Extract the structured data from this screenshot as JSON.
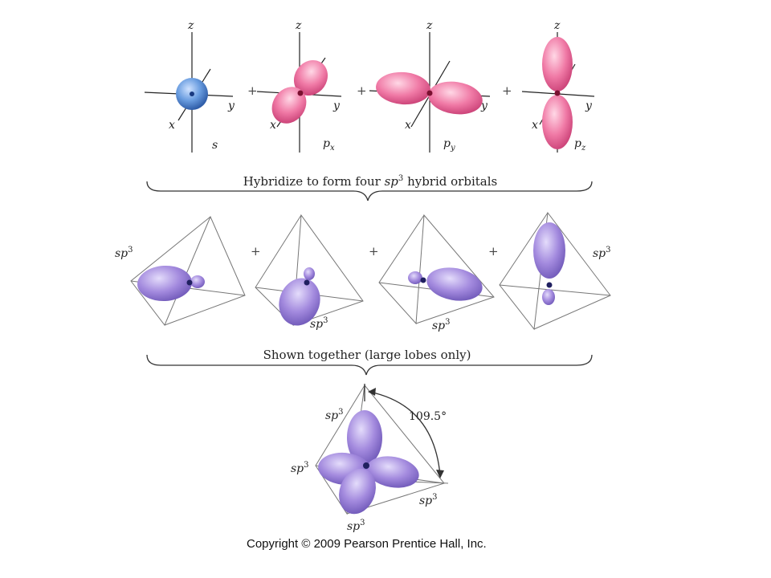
{
  "row1": {
    "axes": {
      "x": "x",
      "y": "y",
      "z": "z"
    },
    "orbitals": [
      "s",
      "p",
      "p",
      "p"
    ],
    "subscripts": [
      "x",
      "y",
      "z"
    ],
    "plus": "+"
  },
  "brace1": {
    "pre": "Hybridize to form four ",
    "sp": "sp",
    "sup": "3",
    "post": " hybrid orbitals"
  },
  "row2": {
    "sp": "sp",
    "sup": "3",
    "plus": "+"
  },
  "brace2": {
    "text": "Shown together (large lobes only)"
  },
  "row3": {
    "angle": "109.5°",
    "sp": "sp",
    "sup": "3"
  },
  "copyright": "Copyright © 2009 Pearson Prentice Hall, Inc.",
  "colors": {
    "s_orbital": "#5a8fd6",
    "p_orbital": "#f080a8",
    "hybrid": "#9b82d6",
    "nucleus": "#202060"
  }
}
